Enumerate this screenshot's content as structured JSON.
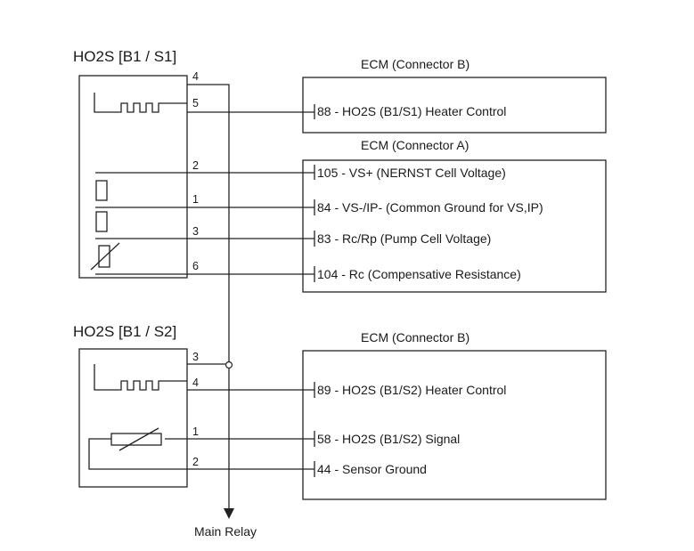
{
  "sensor1": {
    "title": "HO2S [B1 / S1]",
    "pins": {
      "p4": "4",
      "p5": "5",
      "p2": "2",
      "p1": "1",
      "p3": "3",
      "p6": "6"
    }
  },
  "sensor2": {
    "title": "HO2S [B1 / S2]",
    "pins": {
      "p3": "3",
      "p4": "4",
      "p1": "1",
      "p2": "2"
    }
  },
  "ecm_b1": {
    "title": "ECM (Connector  B)",
    "terminals": [
      "88 - HO2S (B1/S1) Heater Control"
    ]
  },
  "ecm_a": {
    "title": "ECM (Connector  A)",
    "terminals": [
      "105 - VS+ (NERNST Cell Voltage)",
      "84 - VS-/IP- (Common Ground for VS,IP)",
      "83 - Rc/Rp (Pump Cell Voltage)",
      "104 - Rc (Compensative Resistance)"
    ]
  },
  "ecm_b2": {
    "title": "ECM (Connector  B)",
    "terminals": [
      "89 - HO2S (B1/S2) Heater Control",
      "58 - HO2S (B1/S2) Signal",
      "44 - Sensor Ground"
    ]
  },
  "main_relay_label": "Main Relay"
}
